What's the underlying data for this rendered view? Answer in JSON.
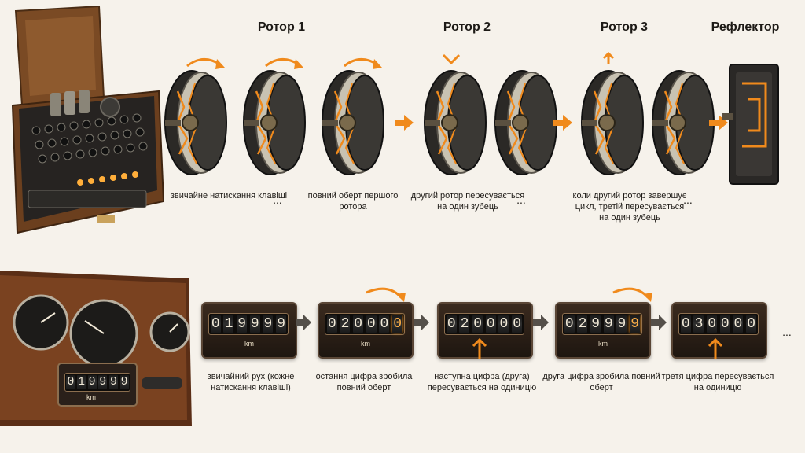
{
  "rotor_headings": {
    "rotor1": "Ротор 1",
    "rotor2": "Ротор 2",
    "rotor3": "Ротор 3",
    "reflector": "Рефлектор"
  },
  "rotor_captions": {
    "c1": "звичайне натискання клавіші",
    "c2": "...",
    "c3": "повний оберт першого ротора",
    "c4": "другий ротор пересувається на один зубець",
    "c5": "...",
    "c6": "коли другий ротор завершує цикл, третій пересувається на один зубець",
    "c7": "..."
  },
  "odometers": [
    {
      "digits": [
        "0",
        "1",
        "9",
        "9",
        "9",
        "9"
      ],
      "unit": "km"
    },
    {
      "digits": [
        "0",
        "2",
        "0",
        "0",
        "0",
        "0"
      ],
      "unit": "km"
    },
    {
      "digits": [
        "0",
        "2",
        "0",
        "0",
        "0",
        "0"
      ],
      "unit": ""
    },
    {
      "digits": [
        "0",
        "2",
        "9",
        "9",
        "9",
        "9"
      ],
      "unit": "km"
    },
    {
      "digits": [
        "0",
        "3",
        "0",
        "0",
        "0",
        "0"
      ],
      "unit": ""
    }
  ],
  "odometer_captions": {
    "c1": "звичайний рух (кожне натискання клавіші)",
    "c2": "остання цифра зробила повний оберт",
    "c3": "наступна цифра (друга) пересувається на одиницю",
    "c4": "друга цифра зробила повний оберт",
    "c5": "третя цифра пересувається на одиницю",
    "trail": "..."
  },
  "dashboard": {
    "odometer_digits": [
      "0",
      "1",
      "9",
      "9",
      "9",
      "9"
    ],
    "unit": "km"
  },
  "colors": {
    "accent_orange": "#f08a1c",
    "wood": "#7a4a24",
    "metal_dark": "#1e1c1a",
    "arrow_gray": "#55504a"
  }
}
